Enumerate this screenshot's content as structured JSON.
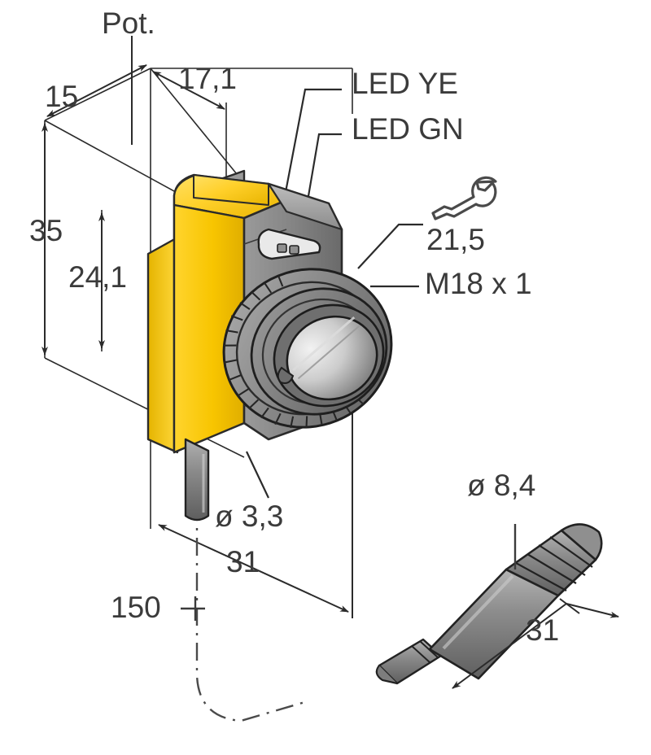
{
  "drawing": {
    "title": "Photoelectric sensor dimensional drawing",
    "background_color": "#ffffff",
    "line_color": "#2b2b2b",
    "text_color": "#3b3b3b",
    "housing_color": "#F7C700",
    "housing_color_light": "#FFD83B",
    "housing_color_dark": "#D9A800",
    "body_gray": "#8a8a8a",
    "body_gray_dark": "#5c5c5c",
    "body_gray_light": "#b8b8b8",
    "lens_light": "#e8e8e8",
    "lens_dark": "#6f6f6f"
  },
  "labels": {
    "pot": "Pot.",
    "width_17_1": "17,1",
    "depth_15": "15",
    "height_35": "35",
    "height_24_1": "24,1",
    "led_yellow": "LED YE",
    "led_green": "LED GN",
    "wrench_size": "21,5",
    "thread": "M18 x 1",
    "hole_dia": "ø 3,3",
    "body_depth_31": "31",
    "cable_length_150": "150",
    "connector_dia": "ø 8,4",
    "connector_len_31": "31"
  },
  "icons": {
    "wrench": "wrench-icon"
  }
}
